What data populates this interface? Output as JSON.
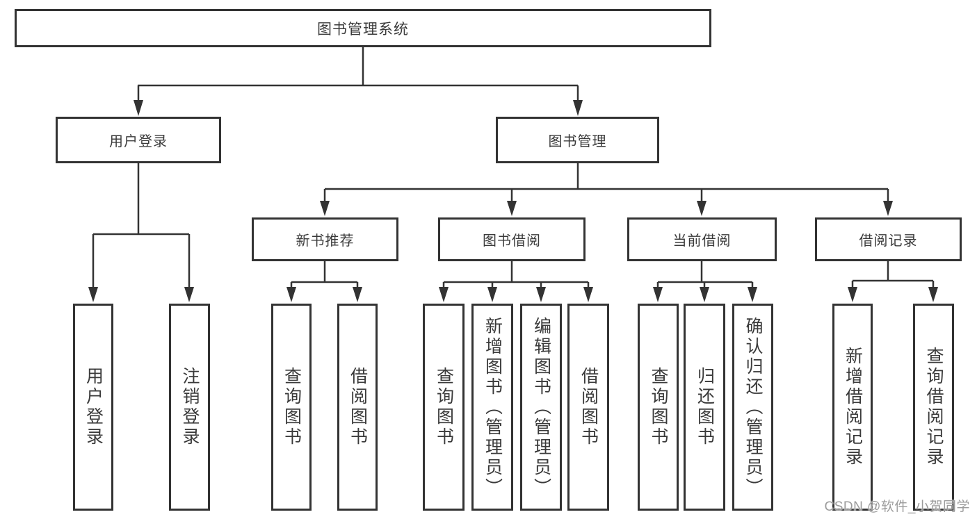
{
  "diagram_title": "图书管理系统",
  "tree": {
    "root": {
      "label": "图书管理系统"
    },
    "branches": [
      {
        "label": "用户登录",
        "leaves": [
          {
            "label": "用户登录"
          },
          {
            "label": "注销登录"
          }
        ]
      },
      {
        "label": "图书管理",
        "groups": [
          {
            "label": "新书推荐",
            "leaves": [
              {
                "label": "查询图书"
              },
              {
                "label": "借阅图书"
              }
            ]
          },
          {
            "label": "图书借阅",
            "leaves": [
              {
                "label": "查询图书"
              },
              {
                "label": "新增图书（管理员）"
              },
              {
                "label": "编辑图书（管理员）"
              },
              {
                "label": "借阅图书"
              }
            ]
          },
          {
            "label": "当前借阅",
            "leaves": [
              {
                "label": "查询图书"
              },
              {
                "label": "归还图书"
              },
              {
                "label": "确认归还（管理员）"
              }
            ]
          },
          {
            "label": "借阅记录",
            "leaves": [
              {
                "label": "新增借阅记录"
              },
              {
                "label": "查询借阅记录"
              }
            ]
          }
        ]
      }
    ]
  },
  "watermark": {
    "text": "CSDN @软件_小贺同学"
  },
  "colors": {
    "line": "#333333",
    "box_border": "#333333",
    "text": "#3a3a3a",
    "watermark_text": "#9b9b9b",
    "background": "#ffffff"
  }
}
